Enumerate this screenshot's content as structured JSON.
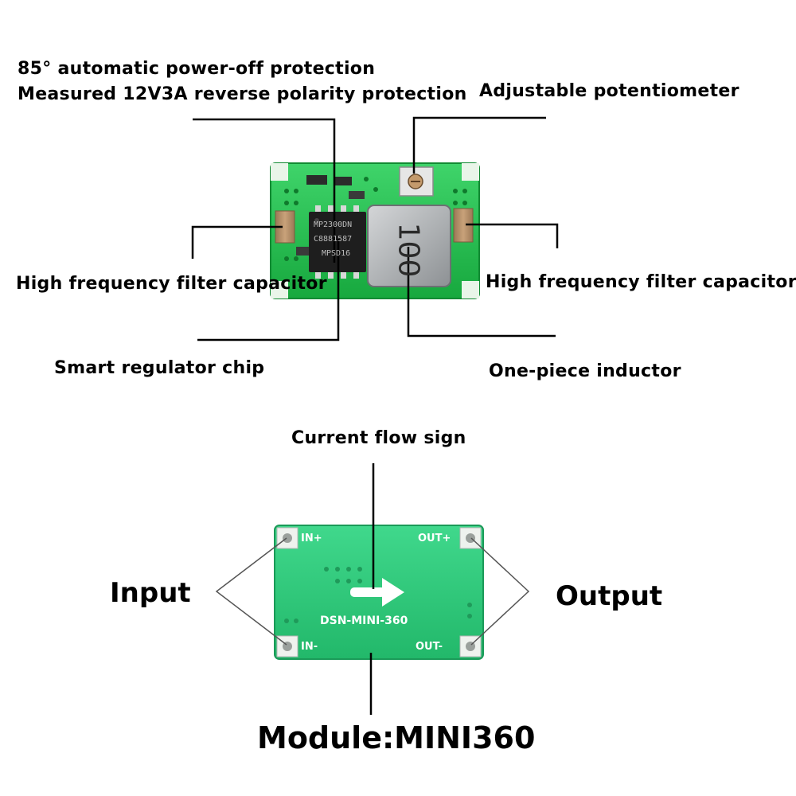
{
  "top_labels": {
    "protection_line1": "85° automatic power-off protection",
    "protection_line2": "Measured 12V3A reverse polarity protection",
    "potentiometer": "Adjustable potentiometer",
    "filter_cap_left": "High frequency filter capacitor",
    "filter_cap_right": "High frequency filter capacitor",
    "regulator_chip": "Smart regulator chip",
    "inductor": "One-piece inductor"
  },
  "board_front": {
    "chip_marking": [
      "MP2300DN",
      "C8881587",
      "MPSD16"
    ],
    "inductor_marking": "100",
    "pcb_color": "#1fb84a"
  },
  "bottom_labels": {
    "current_flow": "Current flow sign",
    "input": "Input",
    "output": "Output",
    "module": "Module:MINI360"
  },
  "board_back": {
    "pad_in_plus": "IN+",
    "pad_in_minus": "IN-",
    "pad_out_plus": "OUT+",
    "pad_out_minus": "OUT-",
    "silkscreen": "DSN-MINI-360",
    "pcb_color": "#2fc87a"
  }
}
